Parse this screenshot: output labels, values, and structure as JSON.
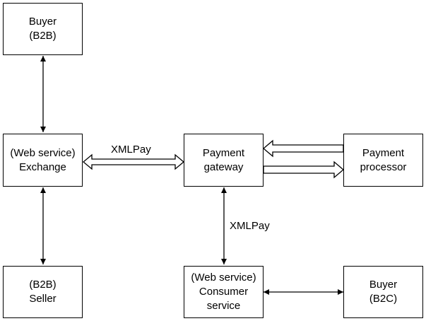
{
  "nodes": {
    "buyer_b2b": {
      "line1": "Buyer",
      "line2": "(B2B)"
    },
    "exchange": {
      "line1": "(Web service)",
      "line2": "Exchange"
    },
    "seller_b2b": {
      "line1": "(B2B)",
      "line2": "Seller"
    },
    "payment_gateway": {
      "line1": "Payment",
      "line2": "gateway"
    },
    "payment_processor": {
      "line1": "Payment",
      "line2": "processor"
    },
    "consumer_service": {
      "line1": "(Web service)",
      "line2": "Consumer",
      "line3": "service"
    },
    "buyer_b2c": {
      "line1": "Buyer",
      "line2": "(B2C)"
    }
  },
  "edges": {
    "exchange_gateway_label": "XMLPay",
    "gateway_consumer_label": "XMLPay"
  }
}
